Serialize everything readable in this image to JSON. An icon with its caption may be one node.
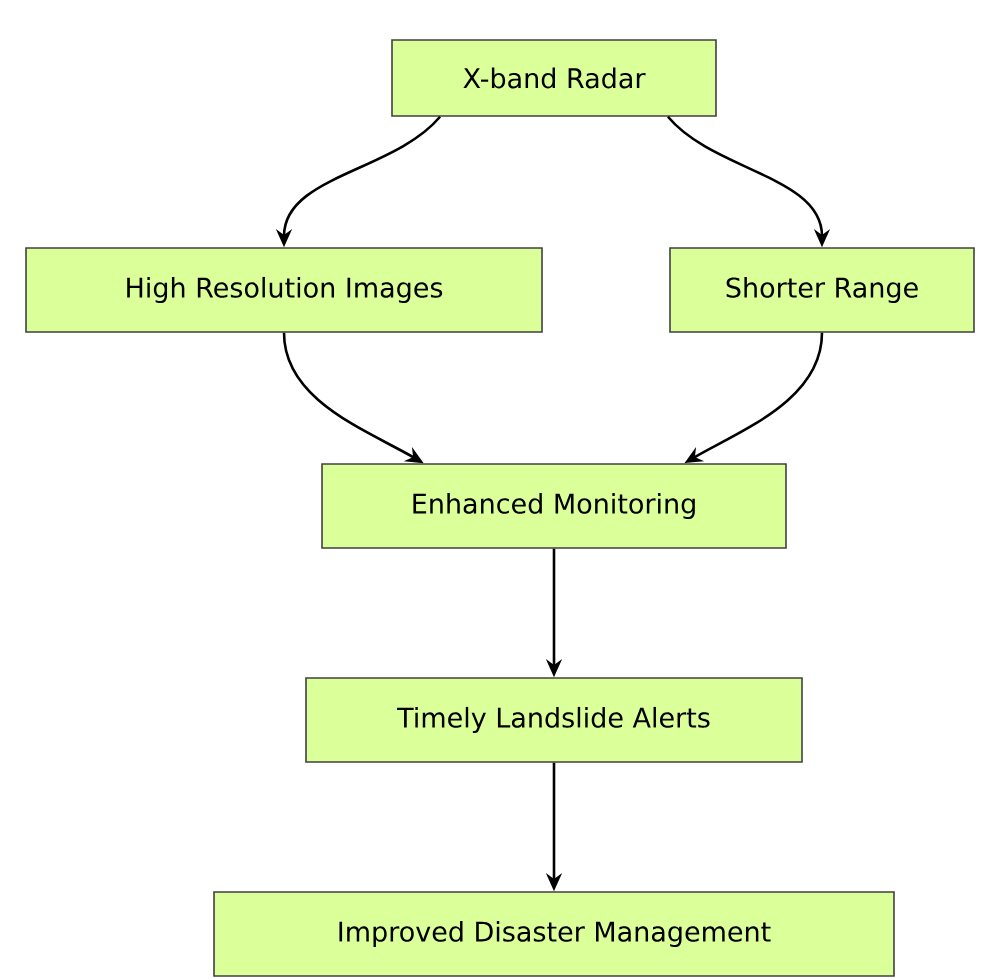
{
  "diagram": {
    "nodes": [
      {
        "text": [
          "X-band Radar"
        ]
      },
      {
        "text": [
          "High Resolution Images"
        ]
      },
      {
        "text": [
          "Shorter Range"
        ]
      },
      {
        "text": [
          "Enhanced Monitoring"
        ]
      },
      {
        "text": [
          "Timely Landslide Alerts"
        ]
      },
      {
        "text": [
          "Improved Disaster Management"
        ]
      }
    ],
    "edges": [
      {
        "from": 0,
        "to": 1,
        "arrow": "to"
      },
      {
        "from": 0,
        "to": 2,
        "arrow": "to"
      },
      {
        "from": 1,
        "to": 3,
        "arrow": "to"
      },
      {
        "from": 2,
        "to": 3,
        "arrow": "to"
      },
      {
        "from": 3,
        "to": 4,
        "arrow": "to"
      },
      {
        "from": 4,
        "to": 5,
        "arrow": "to"
      }
    ]
  }
}
